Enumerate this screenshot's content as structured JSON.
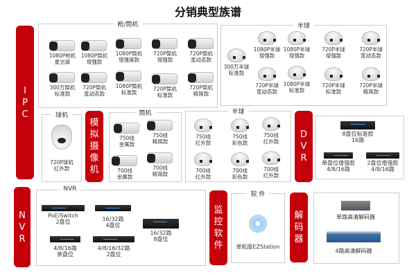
{
  "title": "分销典型族谱",
  "categories": {
    "ipc": [
      "I",
      "P",
      "C"
    ],
    "analog": [
      "模",
      "拟",
      "摄",
      "像",
      "机"
    ],
    "dvr": [
      "D",
      "V",
      "R"
    ],
    "nvr": [
      "N",
      "V",
      "R"
    ],
    "software": [
      "监",
      "控",
      "软",
      "件"
    ],
    "decoder": [
      "解",
      "码",
      "器"
    ]
  },
  "groups": {
    "ipc_bullet": "枪/筒机",
    "ipc_dome": "半球",
    "ptz": "球机",
    "analog_bullet": "筒机",
    "analog_dome": "半球",
    "nvr": "NVR",
    "software": "软 件"
  },
  "ipc_bullet": [
    "1080P枪机\n星光级",
    "1080P筒机\n增强款",
    "1080P筒机\n增强度款",
    "720P筒机\n增强款",
    "720P筒机\n宽动态款",
    "300万筒机\n标准款",
    "720P筒机\n宽动态款",
    "1080P筒机\n标准款",
    "720P筒机\n标准款",
    "720P筒机\n精简款"
  ],
  "ipc_dome": [
    "300万半球\n标准款",
    "1080P半球\n增强款",
    "1080P半球\n增强款",
    "720P半球\n增强款",
    "720P半球\n宽动态款",
    "720P半球\n宽动态款",
    "1080P半球\n标准款",
    "720P半球\n标准款",
    "720P半球\n精简款"
  ],
  "ptz": [
    "720P球机\n红外款"
  ],
  "analog_bullet": [
    "750线\n金属款",
    "750线\n精简款",
    "700线\n金属款",
    "700线\n精简款"
  ],
  "analog_dome": [
    "750线\n红外款",
    "750线\n彩色款",
    "750线\n红外款",
    "700线\n红外款",
    "700线\n彩色款",
    "700线\n红外款"
  ],
  "dvr": [
    "8盘位标准款\n16路",
    "单盘位增强款\n4/8/16路",
    "2盘位增强款\n4/8/16路"
  ],
  "nvr": [
    "PoE/Switch\n2盘位",
    "16/32路\n4盘位",
    "16/32路\n8盘位",
    "4/8/16路\n单盘位",
    "4/8/16/32路\n2盘位"
  ],
  "software": [
    "单机版EZStation"
  ],
  "decoder": [
    "单路高清解码器",
    "4路高清解码器"
  ]
}
